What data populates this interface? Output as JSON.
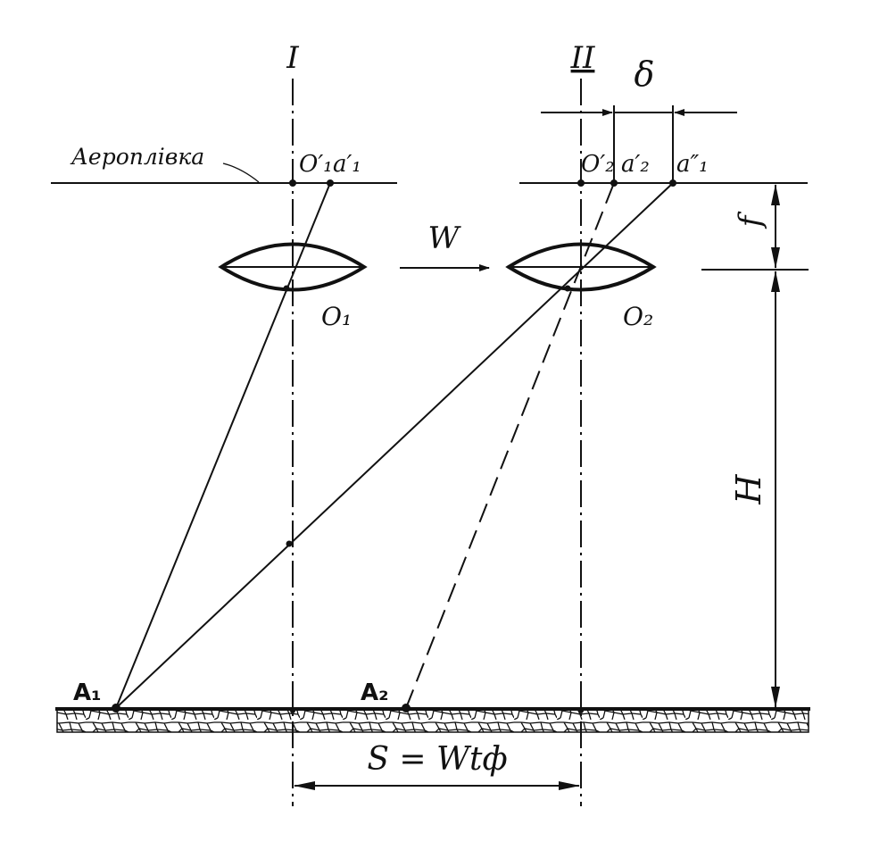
{
  "diagram": {
    "axis_labels": {
      "first": "I",
      "second": "II"
    },
    "film_label": "Аероплівка",
    "velocity_label": "W",
    "delta_label": "δ",
    "focal_label": "f",
    "height_label": "H",
    "points": {
      "o1_prime": "O′₁",
      "a1_prime": "a′₁",
      "o2_prime": "O′₂",
      "a2_prime": "a′₂",
      "a1_double": "a″₁",
      "lens1_center": "O₁",
      "lens2_center": "O₂",
      "ground_a1": "A₁",
      "ground_a2": "A₂"
    },
    "distance_formula": "S = Wtф"
  }
}
